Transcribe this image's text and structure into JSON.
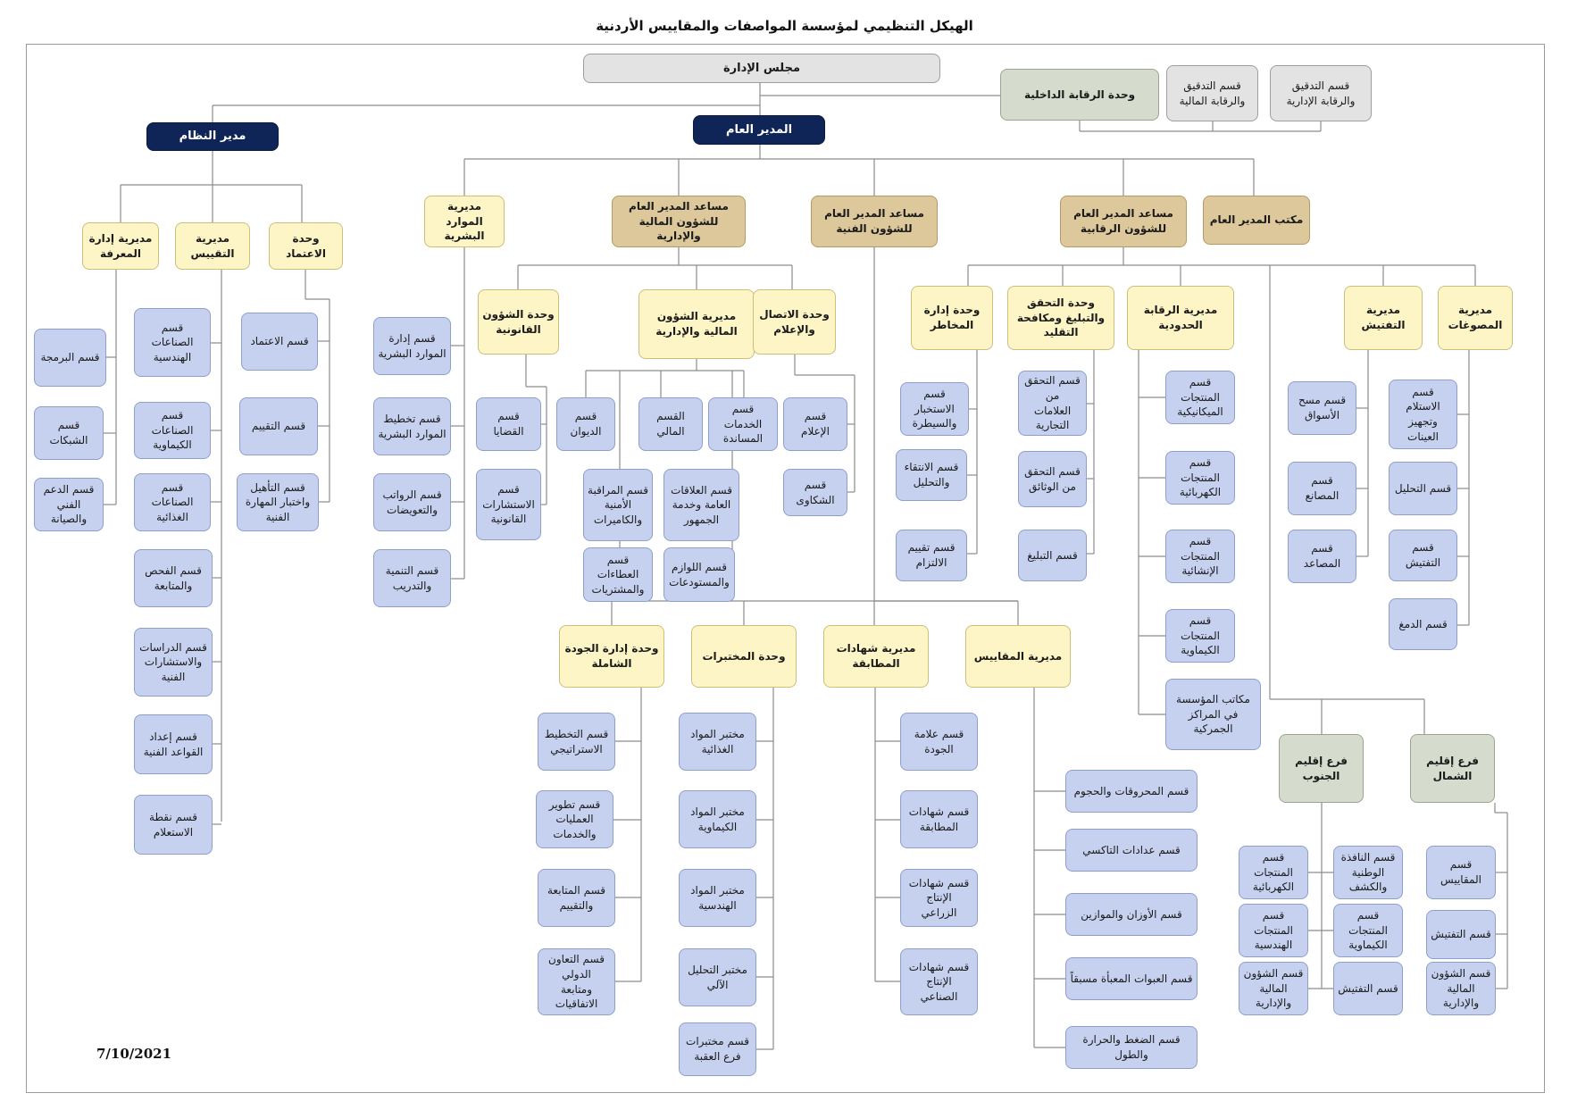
{
  "title": "الهيكل التنظيمي لمؤسسة المواصفات والمقاييس الأردنية",
  "date": "7/10/2021",
  "colors": {
    "navy": "#0f2557",
    "tan": "#ddc89b",
    "yellow": "#fdf5c6",
    "blue": "#c6d1ef",
    "green": "#d5dccd",
    "grey": "#e3e3e3",
    "line": "#8c8c8c"
  },
  "nodes": {
    "board": "مجلس الإدارة",
    "internal_control": "وحدة الرقابة  الداخلية",
    "audit_financial": "قسم التدقيق\nوالرقابة المالية",
    "audit_admin": "قسم التدقيق\nوالرقابة الإدارية",
    "system_manager": "مدير النظام",
    "director_general": "المدير العام",
    "dg_office": "مكتب المدير العام",
    "asst_control": "مساعد المدير العام\nللشؤون الرقابية",
    "asst_technical": "مساعد المدير العام\nللشؤون الفنية",
    "asst_finance": "مساعد المدير العام\nللشؤون المالية والإدارية",
    "hr_directorate": "مديرية الموارد\nالبشرية",
    "accreditation_unit": "وحدة\nالاعتماد",
    "evaluation_directorate": "مديرية\nالتقييس",
    "knowledge_directorate": "مديرية إدارة\nالمعرفة",
    "hr_admin": "قسم إدارة\nالموارد البشرية",
    "hr_planning": "قسم تخطيط\nالموارد البشرية",
    "salaries": "قسم الرواتب\nوالتعويضات",
    "training": "قسم التنمية\nوالتدريب",
    "acc_section": "قسم الاعتماد",
    "eval_section": "قسم التقييم",
    "qualification": "قسم التأهيل\nواختبار المهارة\nالفنية",
    "eng_industries": "قسم\nالصناعات\nالهندسية",
    "chem_industries": "قسم\nالصناعات\nالكيماوية",
    "food_industries": "قسم\nالصناعات\nالغذائية",
    "inspection_followup": "قسم الفحص\nوالمتابعة",
    "studies": "قسم الدراسات\nوالاستشارات\nالفنية",
    "tech_rules": "قسم إعداد\nالقواعد الفنية",
    "inquiry_point": "قسم نقطة\nالاستعلام",
    "programming": "قسم البرمجة",
    "networks": "قسم\nالشبكات",
    "tech_support": "قسم الدعم\nالفني\nوالصيانة",
    "legal_unit": "وحدة الشؤون\nالقانونية",
    "finance_directorate": "مديرية الشؤون\nالمالية والإدارية",
    "media_unit": "وحدة الاتصال\nوالإعلام",
    "cases": "قسم\nالقضايا",
    "legal_consult": "قسم\nالاستشارات\nالقانونية",
    "diwan": "قسم\nالديوان",
    "finance_section": "القسم\nالمالي",
    "support_services": "قسم\nالخدمات\nالمساندة",
    "security": "قسم المراقبة\nالأمنية\nوالكاميرات",
    "public_relations": "قسم العلاقات\nالعامة وخدمة\nالجمهور",
    "tenders": "قسم\nالعطاءات\nوالمشتريات",
    "supplies": "قسم اللوازم\nوالمستودعات",
    "media_section": "قسم\nالإعلام",
    "complaints": "قسم\nالشكاوى",
    "risk_unit": "وحدة إدارة\nالمخاطر",
    "verification_unit": "وحدة التحقق\nوالتبليغ ومكافحة\nالتقليد",
    "border_directorate": "مديرية الرقابة\nالحدودية",
    "inspection_directorate": "مديرية\nالتفتيش",
    "jewelry_directorate": "مديرية\nالمصوغات",
    "intelligence": "قسم\nالاستخبار\nوالسيطرة",
    "selection": "قسم الانتقاء\nوالتحليل",
    "compliance_eval": "قسم تقييم\nالالتزام",
    "trademarks": "قسم التحقق\nمن\nالعلامات\nالتجارية",
    "documents": "قسم التحقق\nمن الوثائق",
    "reporting": "قسم التبليغ",
    "mech_products": "قسم\nالمنتجات\nالميكانيكية",
    "elec_products": "قسم\nالمنتجات\nالكهربائية",
    "constr_products": "قسم\nالمنتجات\nالإنشائية",
    "chem_products": "قسم\nالمنتجات\nالكيماوية",
    "customs_offices": "مكاتب المؤسسة\nفي المراكز\nالجمركية",
    "market_survey": "قسم مسح\nالأسواق",
    "factories": "قسم\nالمصانع",
    "elevators": "قسم\nالمصاعد",
    "sample_receipt": "قسم\nالاستلام\nوتجهيز\nالعينات",
    "analysis": "قسم التحليل",
    "j_inspection": "قسم التفتيش",
    "hallmark": "قسم الدمغ",
    "south_branch": "فرع إقليم\nالجنوب",
    "north_branch": "فرع إقليم\nالشمال",
    "tqm_unit": "وحدة إدارة الجودة\nالشاملة",
    "labs_unit": "وحدة المختبرات",
    "conformity_directorate": "مديرية شهادات\nالمطابقة",
    "metrology_directorate": "مديرية المقاييس",
    "strategic_planning": "قسم التخطيط\nالاستراتيجي",
    "process_dev": "قسم تطوير\nالعمليات\nوالخدمات",
    "monitoring_eval": "قسم المتابعة\nوالتقييم",
    "intl_coop": "قسم التعاون\nالدولي\nومتابعة\nالاتفاقيات",
    "food_lab": "مختبر المواد\nالغذائية",
    "chem_lab": "مختبر المواد\nالكيماوية",
    "eng_lab": "مختبر المواد\nالهندسية",
    "instrumental_lab": "مختبر التحليل\nالآلي",
    "aqaba_labs": "قسم مختبرات\nفرع العقبة",
    "quality_mark": "قسم علامة\nالجودة",
    "conformity_certs": "قسم شهادات\nالمطابقة",
    "agri_certs": "قسم شهادات\nالإنتاج\nالزراعي",
    "industrial_certs": "قسم شهادات\nالإنتاج\nالصناعي",
    "fuels": "قسم المحروقات والحجوم",
    "taxi_meters": "قسم عدادات التاكسي",
    "weights": "قسم الأوزان والموازين",
    "prepackaged": "قسم العبوات المعبأة مسبقاً",
    "pressure": "قسم الضغط والحرارة\nوالطول",
    "s_elec_products": "قسم\nالمنتجات\nالكهربائية",
    "s_national_window": "قسم النافذة\nالوطنية\nوالكشف",
    "s_eng_products": "قسم\nالمنتجات\nالهندسية",
    "s_chem_products": "قسم\nالمنتجات\nالكيماوية",
    "s_finance": "قسم الشؤون\nالمالية\nوالإدارية",
    "s_inspection": "قسم التفتيش",
    "n_metrology": "قسم\nالمقاييس",
    "n_inspection": "قسم التفتيش",
    "n_finance": "قسم الشؤون\nالمالية\nوالإدارية"
  }
}
